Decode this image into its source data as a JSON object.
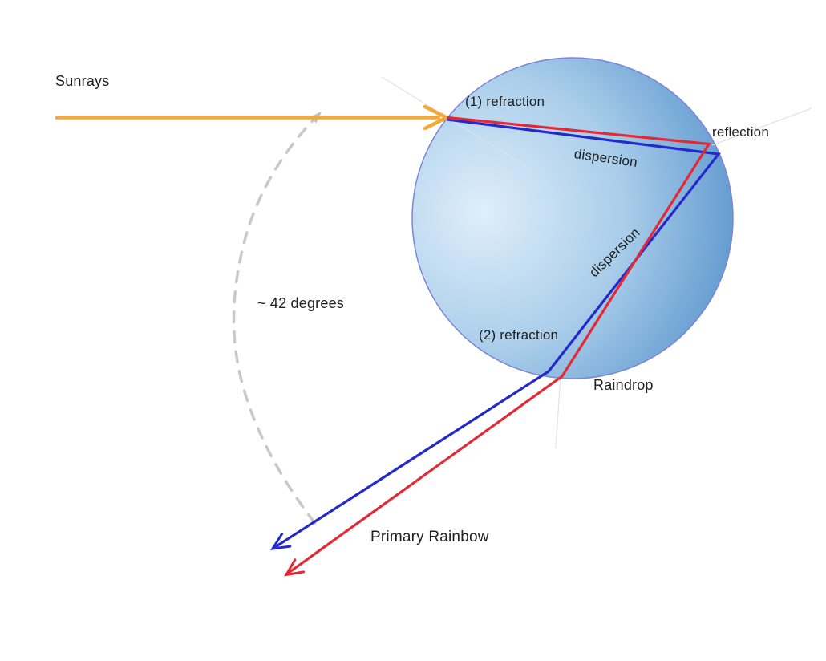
{
  "labels": {
    "sunrays": "Sunrays",
    "refraction1": "(1) refraction",
    "dispersion_top": "dispersion",
    "reflection": "reflection",
    "dispersion_lower": "dispersion",
    "refraction2": "(2) refraction",
    "raindrop": "Raindrop",
    "angle": "~ 42 degrees",
    "primary_rainbow": "Primary Rainbow"
  },
  "colors": {
    "background": "#ffffff",
    "text": "#1f1f1f",
    "sunray_orange": "#f2a83c",
    "red_ray": "#e32936",
    "blue_ray": "#2429ce",
    "angle_arc_gray": "#c9c9c9",
    "arc_arrowhead_gray": "#bfbfbf",
    "normal_line_gray": "#e2e2e2",
    "drop_edge": "#7b86d6",
    "drop_gradient_light": "#dfeefa",
    "drop_gradient_mid": "#a9cdea",
    "drop_gradient_dark": "#5390ca"
  }
}
